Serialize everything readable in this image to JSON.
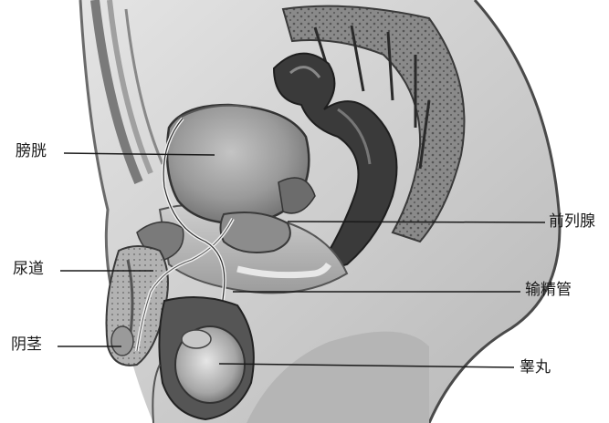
{
  "labels": {
    "bladder": "膀胱",
    "urethra": "尿道",
    "penis": "阴茎",
    "prostate": "前列腺",
    "vas_deferens": "输精管",
    "testis": "睾丸"
  },
  "colors": {
    "background": "#ffffff",
    "ink": "#1a1a1a",
    "tissue_light": "#d9d9d9",
    "tissue_mid": "#a8a8a8",
    "tissue_dark": "#4a4a4a",
    "bladder": "#9a9a9a",
    "rectum": "#3a3a3a"
  }
}
